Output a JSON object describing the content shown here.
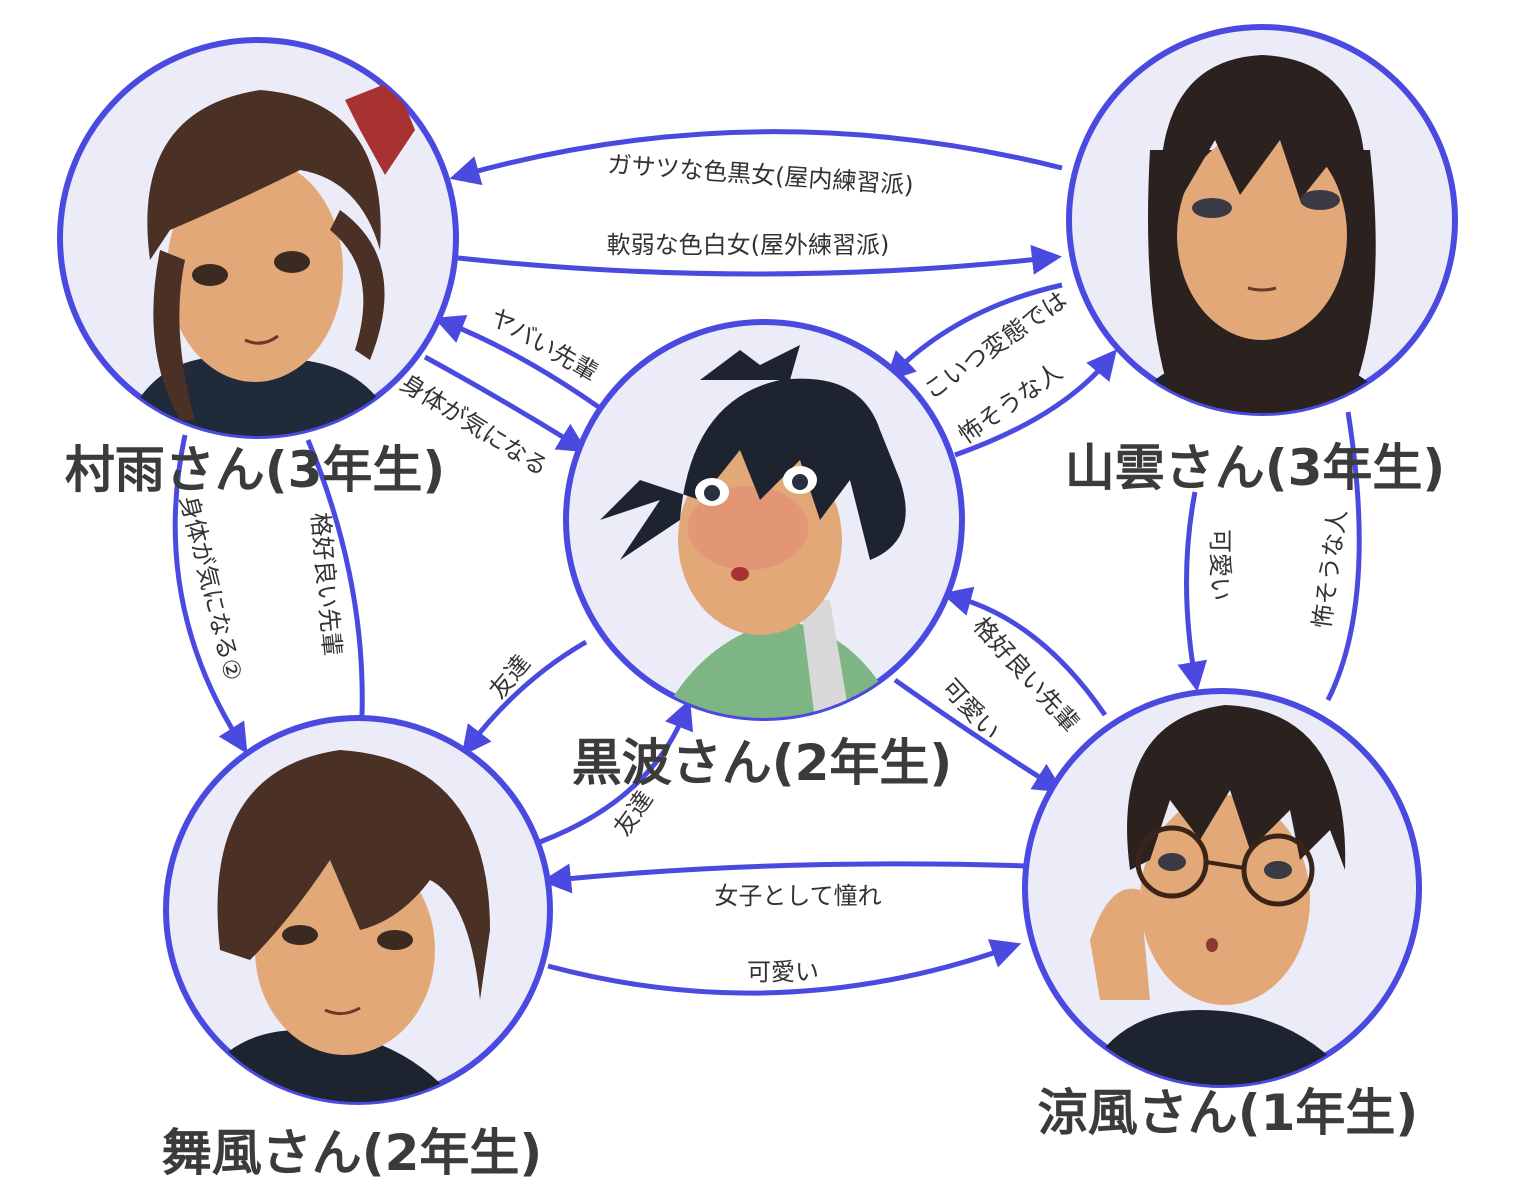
{
  "colors": {
    "accent": "#4a4ae0",
    "portrait_bg": "#ececf8",
    "text": "#3b3b3b",
    "skin": "#e3a878",
    "hair_dark": "#2b2220",
    "hair_brown": "#4a3025",
    "hair_navy": "#1d2430",
    "ribbon": "#a83232",
    "jacket_green": "#7db585"
  },
  "characters": {
    "murasame": {
      "name": "村雨さん(3年生)",
      "icon": "portrait-ponytail-ribbon"
    },
    "yakumo": {
      "name": "山雲さん(3年生)",
      "icon": "portrait-long-hair"
    },
    "kuronami": {
      "name": "黒波さん(2年生)",
      "icon": "portrait-spiky-hair"
    },
    "maikaze": {
      "name": "舞風さん(2年生)",
      "icon": "portrait-bob-hair"
    },
    "suzukaze": {
      "name": "涼風さん(1年生)",
      "icon": "portrait-glasses"
    }
  },
  "relations": {
    "yakumo_to_murasame": "ガサツな色黒女(屋内練習派)",
    "murasame_to_yakumo": "軟弱な色白女(屋外練習派)",
    "kuronami_to_murasame": "ヤバい先輩",
    "murasame_to_kuronami": "身体が気になる",
    "yakumo_to_kuronami": "こいつ変態では",
    "kuronami_to_yakumo": "怖そうな人",
    "murasame_to_maikaze": "身体が気になる②",
    "maikaze_to_murasame": "格好良い先輩",
    "kuronami_to_maikaze": "友達",
    "maikaze_to_kuronami": "友達",
    "yakumo_to_suzukaze": "可愛い",
    "suzukaze_to_yakumo": "怖そうな人",
    "suzukaze_to_kuronami": "格好良い先輩",
    "kuronami_to_suzukaze": "可愛い",
    "suzukaze_to_maikaze": "女子として憧れ",
    "maikaze_to_suzukaze": "可愛い"
  }
}
